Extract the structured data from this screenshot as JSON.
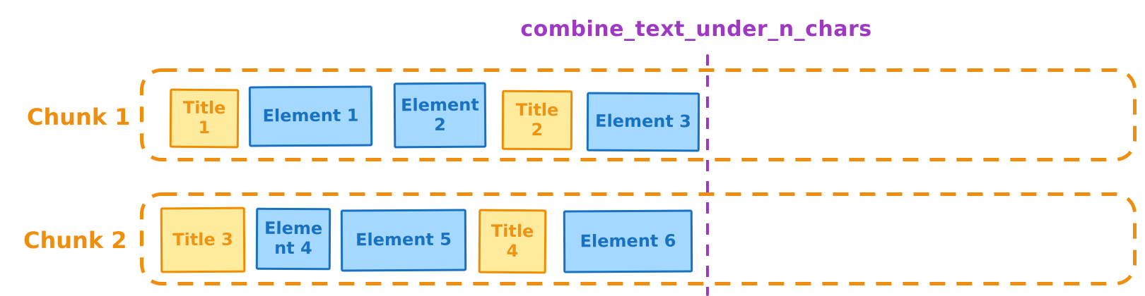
{
  "title": {
    "label": "combine_text_under_n_chars"
  },
  "colors": {
    "accent_orange": "#ef8e0e",
    "title_box_fill": "#ffeb9e",
    "title_box_border": "#f08c00",
    "title_box_text": "#ee9414",
    "element_box_fill": "#a5d8ff",
    "element_box_border": "#1971c2",
    "element_box_text": "#1971c2",
    "threshold_purple": "#9e3ac2",
    "background": "#ffffff"
  },
  "chunks": [
    {
      "label": "Chunk 1",
      "items": [
        {
          "type": "title",
          "label": "Title 1",
          "lines": [
            "Title",
            "1"
          ]
        },
        {
          "type": "element",
          "label": "Element 1",
          "lines": [
            "Element 1"
          ]
        },
        {
          "type": "element",
          "label": "Element 2",
          "lines": [
            "Element",
            "2"
          ]
        },
        {
          "type": "title",
          "label": "Title 2",
          "lines": [
            "Title",
            "2"
          ]
        },
        {
          "type": "element",
          "label": "Element 3",
          "lines": [
            "Element 3"
          ]
        }
      ]
    },
    {
      "label": "Chunk 2",
      "items": [
        {
          "type": "title",
          "label": "Title 3",
          "lines": [
            "Title 3"
          ]
        },
        {
          "type": "element",
          "label": "Element 4",
          "lines": [
            "Eleme",
            "nt 4"
          ]
        },
        {
          "type": "element",
          "label": "Element 5",
          "lines": [
            "Element 5"
          ]
        },
        {
          "type": "title",
          "label": "Title 4",
          "lines": [
            "Title",
            "4"
          ]
        },
        {
          "type": "element",
          "label": "Element 6",
          "lines": [
            "Element 6"
          ]
        }
      ]
    }
  ]
}
